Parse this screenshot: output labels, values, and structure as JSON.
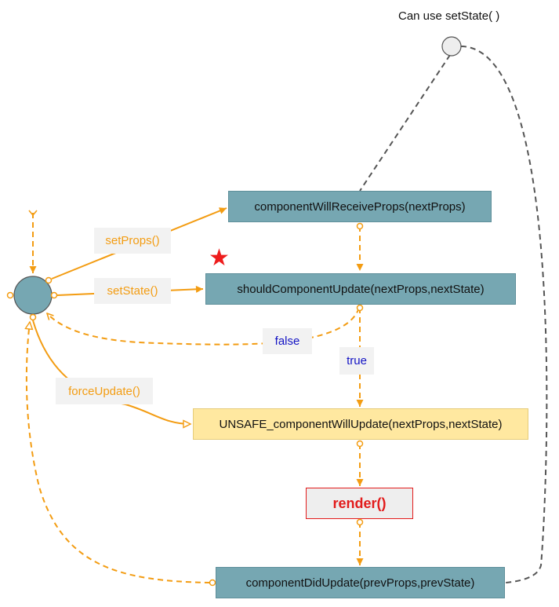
{
  "diagram": {
    "top_caption": "Can use setState( )",
    "nodes": {
      "will_receive_props": "componentWillReceiveProps(nextProps)",
      "should_update": "shouldComponentUpdate(nextProps,nextState)",
      "will_update": "UNSAFE_componentWillUpdate(nextProps,nextState)",
      "render": "render()",
      "did_update": "componentDidUpdate(prevProps,prevState)"
    },
    "edge_labels": {
      "set_props": "setProps()",
      "set_state": "setState()",
      "force_update": "forceUpdate()",
      "false": "false",
      "true": "true"
    },
    "star_glyph": "★",
    "colors": {
      "teal": "#76a7b2",
      "yellow": "#ffe8a0",
      "orange": "#f39c12",
      "blue": "#1313c4",
      "red": "#e21b1b",
      "dark_dashed": "#555555"
    }
  }
}
